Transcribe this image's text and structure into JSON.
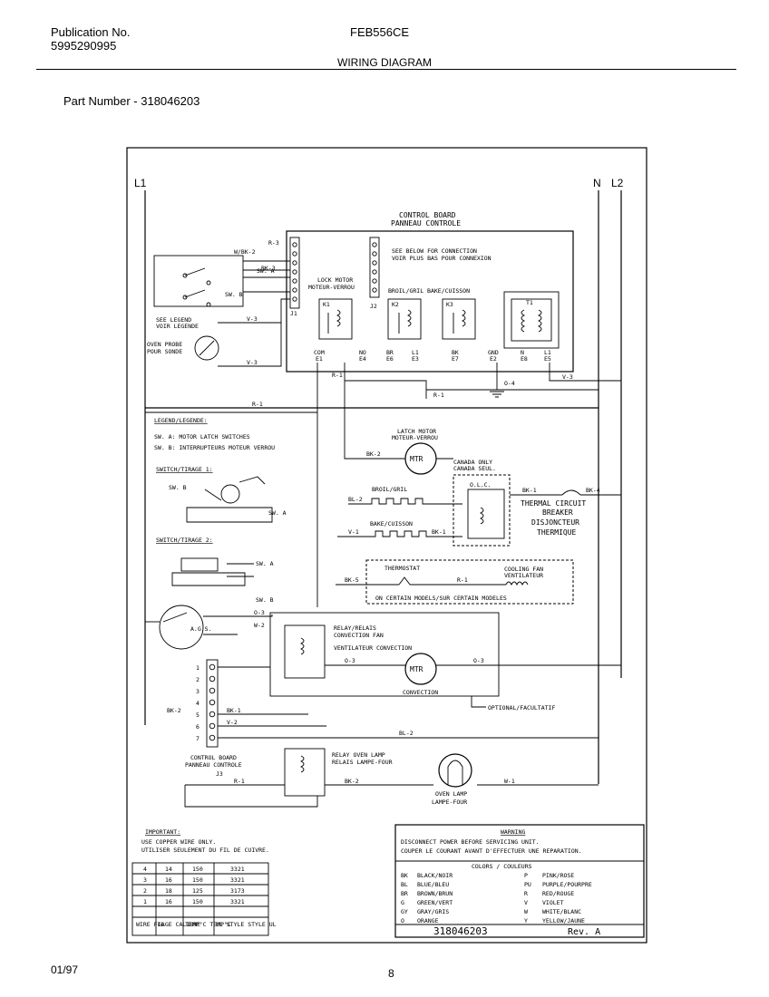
{
  "header": {
    "publication_label": "Publication No.",
    "publication_number": "5995290995",
    "model": "FEB556CE",
    "title": "WIRING DIAGRAM",
    "part_number": "Part Number - 318046203"
  },
  "footer": {
    "date": "01/97",
    "page": "8"
  },
  "diagram": {
    "line_l1": "L1",
    "line_n": "N",
    "line_l2": "L2",
    "control_board_title": "CONTROL BOARD",
    "control_board_title_fr": "PANNEAU CONTROLE",
    "see_below_1": "SEE BELOW FOR CONNECTION",
    "see_below_2": "VOIR PLUS BAS POUR CONNEXION",
    "lock_motor_1": "LOCK MOTOR",
    "lock_motor_2": "MOTEUR-VERROU",
    "broil_bake_label": "BROIL/GRIL BAKE/CUISSON",
    "j1_label": "J1",
    "j2_label": "J2",
    "relay_k1": "K1",
    "relay_k2": "K2",
    "relay_k3": "K3",
    "transformer_label": "T1",
    "terminals": [
      "COM",
      "NO",
      "BR",
      "L1",
      "BK",
      "GND",
      "N",
      "L1"
    ],
    "terminal_codes": [
      "E1",
      "E4",
      "E6",
      "E3",
      "E7",
      "E2",
      "E8",
      "E5"
    ],
    "sw_a": "SW. A",
    "sw_b": "SW. B",
    "see_legend_1": "SEE LEGEND",
    "see_legend_2": "VOIR LEGENDE",
    "oven_probe_1": "OVEN PROBE",
    "oven_probe_2": "POUR SONDE",
    "legend_title": "LEGEND/LEGENDE:",
    "legend_a": "SW. A: MOTOR LATCH SWITCHES",
    "legend_b": "SW. B: INTERRUPTEURS MOTEUR VERROU",
    "switch_1_title": "SWITCH/TIRAGE 1:",
    "switch_2_title": "SWITCH/TIRAGE 2:",
    "latch_motor_1": "LATCH MOTOR",
    "latch_motor_2": "MOTEUR-VERROU",
    "mtr": "MTR",
    "broil_element": "BROIL/GRIL",
    "bake_element": "BAKE/CUISSON",
    "canada_only": "CANADA ONLY",
    "canada_only_fr": "CANADA SEUL.",
    "olc": "O.L.C.",
    "thermal_breaker_1": "THERMAL CIRCUIT",
    "thermal_breaker_2": "BREAKER",
    "thermal_breaker_3": "DISJONCTEUR",
    "thermal_breaker_4": "THERMIQUE",
    "thermostat": "THERMOSTAT",
    "cooling_fan_1": "COOLING FAN",
    "cooling_fan_2": "VENTILATEUR",
    "certain_models": "ON CERTAIN MODELS/SUR CERTAIN MODELES",
    "ags": "A.G.S.",
    "relay_conv_1": "RELAY/RELAIS",
    "relay_conv_2": "CONVECTION FAN",
    "relay_conv_3": "VENTILATEUR CONVECTION",
    "convection": "CONVECTION",
    "optional": "OPTIONAL/FACULTATIF",
    "j3_pins": [
      "1",
      "2",
      "3",
      "4",
      "5",
      "6",
      "7"
    ],
    "control_board_j3_1": "CONTROL BOARD",
    "control_board_j3_2": "PANNEAU CONTROLE",
    "control_board_j3_3": "J3",
    "relay_lamp_1": "RELAY OVEN LAMP",
    "relay_lamp_2": "RELAIS LAMPE-FOUR",
    "oven_lamp_1": "OVEN LAMP",
    "oven_lamp_2": "LAMPE-FOUR",
    "wire_labels": [
      "W/BK-2",
      "R-3",
      "BK-3",
      "R-1",
      "V-3",
      "V-2",
      "V-1",
      "BK-2",
      "BK-1",
      "BK-4",
      "O-4",
      "O-3",
      "W-2",
      "BL-2",
      "W-1",
      "BK-5"
    ],
    "important_title": "IMPORTANT:",
    "important_1": "USE COPPER WIRE ONLY.",
    "important_2": "UTILISER SEULEMENT DU FIL DE CUIVRE.",
    "warning_title": "WARNING",
    "warning_1": "DISCONNECT POWER BEFORE SERVICING UNIT.",
    "warning_2": "COUPER LE COURANT AVANT D'EFFECTUER UNE REPARATION.",
    "colors_title": "COLORS / COULEURS",
    "wire_table": {
      "rows": [
        [
          "4",
          "14",
          "150",
          "3321"
        ],
        [
          "3",
          "16",
          "150",
          "3321"
        ],
        [
          "2",
          "18",
          "125",
          "3173"
        ],
        [
          "1",
          "16",
          "150",
          "3321"
        ]
      ],
      "header": [
        "WIRE FIL",
        "GAGE CALIBRE",
        "TEMP°C TEMP°C",
        "UL STYLE STYLE UL"
      ]
    },
    "colors_left": [
      [
        "BK",
        "BLACK/NOIR"
      ],
      [
        "BL",
        "BLUE/BLEU"
      ],
      [
        "BR",
        "BROWN/BRUN"
      ],
      [
        "G",
        "GREEN/VERT"
      ],
      [
        "GY",
        "GRAY/GRIS"
      ],
      [
        "O",
        "ORANGE"
      ]
    ],
    "colors_right": [
      [
        "P",
        "PINK/ROSE"
      ],
      [
        "PU",
        "PURPLE/POURPRE"
      ],
      [
        "R",
        "RED/ROUGE"
      ],
      [
        "V",
        "VIOLET"
      ],
      [
        "W",
        "WHITE/BLANC"
      ],
      [
        "Y",
        "YELLOW/JAUNE"
      ]
    ],
    "doc_number": "318046203",
    "revision": "Rev. A"
  }
}
